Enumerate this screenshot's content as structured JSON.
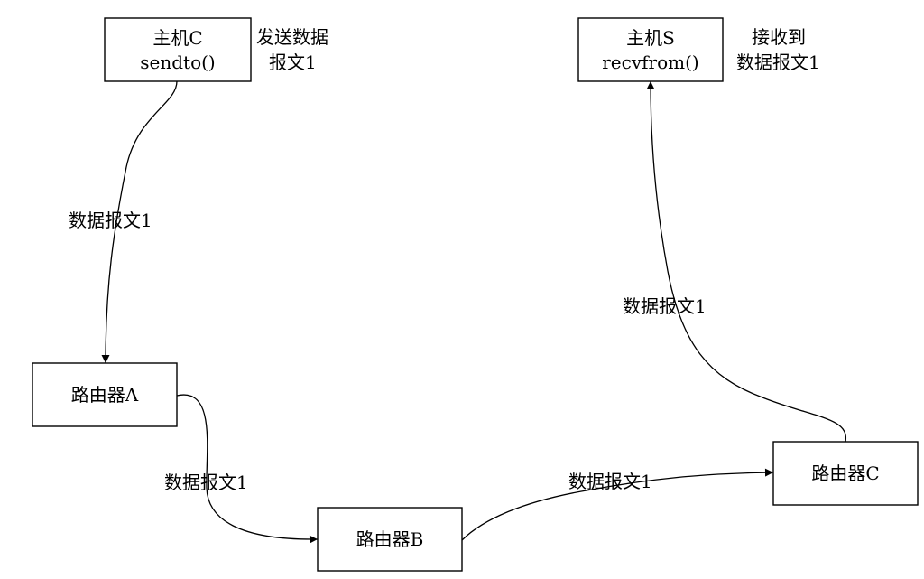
{
  "nodes": {
    "host_c": {
      "line1": "主机C",
      "line2": "sendto()"
    },
    "host_s": {
      "line1": "主机S",
      "line2": "recvfrom()"
    },
    "router_a": {
      "label": "路由器A"
    },
    "router_b": {
      "label": "路由器B"
    },
    "router_c": {
      "label": "路由器C"
    }
  },
  "annotations": {
    "send": {
      "line1": "发送数据",
      "line2": "报文1"
    },
    "receive": {
      "line1": "接收到",
      "line2": "数据报文1"
    }
  },
  "edges": [
    {
      "from": "host_c",
      "to": "router_a",
      "label": "数据报文1"
    },
    {
      "from": "router_a",
      "to": "router_b",
      "label": "数据报文1"
    },
    {
      "from": "router_b",
      "to": "router_c",
      "label": "数据报文1"
    },
    {
      "from": "router_c",
      "to": "host_s",
      "label": "数据报文1"
    }
  ]
}
